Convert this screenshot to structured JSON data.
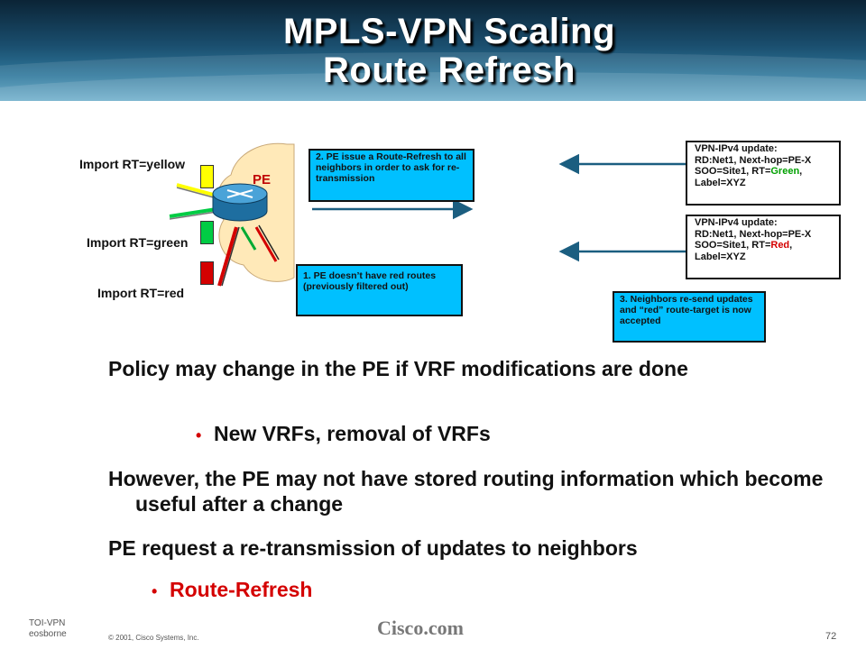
{
  "title": {
    "line1": "MPLS-VPN Scaling",
    "line2": "Route Refresh"
  },
  "diagram": {
    "pe_label": "PE",
    "imports": {
      "yellow": "Import RT=yellow",
      "green": "Import RT=green",
      "red": "Import RT=red"
    },
    "colors": {
      "yellow": "#ffff00",
      "green": "#00cc44",
      "red": "#d40000",
      "box": "#00c0ff",
      "arrow": "#1b5e80"
    },
    "step2": "2. PE issue a Route-Refresh to all neighbors in order to ask for re-transmission",
    "step1": "1. PE doesn’t have red routes (previously filtered out)",
    "step3": "3. Neighbors re-send updates and “red” route-target is now accepted",
    "update_green": {
      "l1": "VPN-IPv4 update:",
      "l2": "RD:Net1,  Next-hop=PE-X",
      "l3a": "SOO=Site1, RT=",
      "l3b": "Green",
      "l3c": ",",
      "l4": "Label=XYZ"
    },
    "update_red": {
      "l1": "VPN-IPv4 update:",
      "l2": "RD:Net1,  Next-hop=PE-X",
      "l3a": "SOO=Site1, RT=",
      "l3b": "Red",
      "l3c": ",",
      "l4": "Label=XYZ"
    }
  },
  "body": {
    "p1": "Policy may change in the PE if VRF modifications are done",
    "b1": "New VRFs, removal of VRFs",
    "p2": "However, the PE may not have stored routing information which become useful after a change",
    "p3": "PE request a re-transmission of updates to neighbors",
    "b2": "Route-Refresh",
    "b2_color": "#d40000"
  },
  "footer": {
    "left1": "TOI-VPN",
    "left2": "eosborne",
    "copyright": "© 2001, Cisco Systems, Inc.",
    "logo": "Cisco.com",
    "page": "72"
  }
}
